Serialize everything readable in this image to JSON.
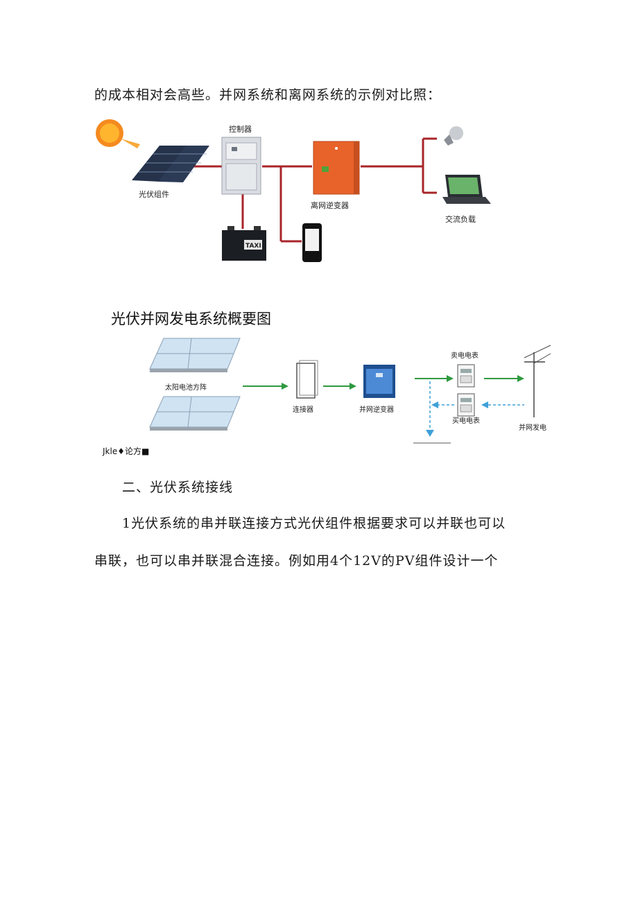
{
  "paragraphs": {
    "intro": "的成本相对会高些。并网系统和离网系统的示例对比照：",
    "section_heading": "二、光伏系统接线",
    "body_line1": "1光伏系统的串并联连接方式光伏组件根据要求可以并联也可以",
    "body_line2": "串联，也可以串并联混合连接。例如用4个12V的PV组件设计一个"
  },
  "offgrid_diagram": {
    "pv_label": "光伏组件",
    "controller_label": "控制器",
    "inverter_label": "离网逆变器",
    "ac_load_label": "交流负载",
    "battery_text": "TAXI"
  },
  "grid_diagram": {
    "title": "光伏并网发电系统概要图",
    "array_label": "太阳电池方阵",
    "connector_label": "连接器",
    "inverter_label": "并网逆变器",
    "sell_meter_label": "卖电电表",
    "buy_meter_label": "买电电表",
    "grid_label": "并网发电",
    "caption": "Jkle♦论方■"
  },
  "colors": {
    "offgrid_line": "#a8252a",
    "inverter_orange": "#e8632a",
    "flow_green": "#2e9a3f",
    "flow_blue": "#3fa0d8",
    "panel_blue": "#cfe3f3"
  }
}
